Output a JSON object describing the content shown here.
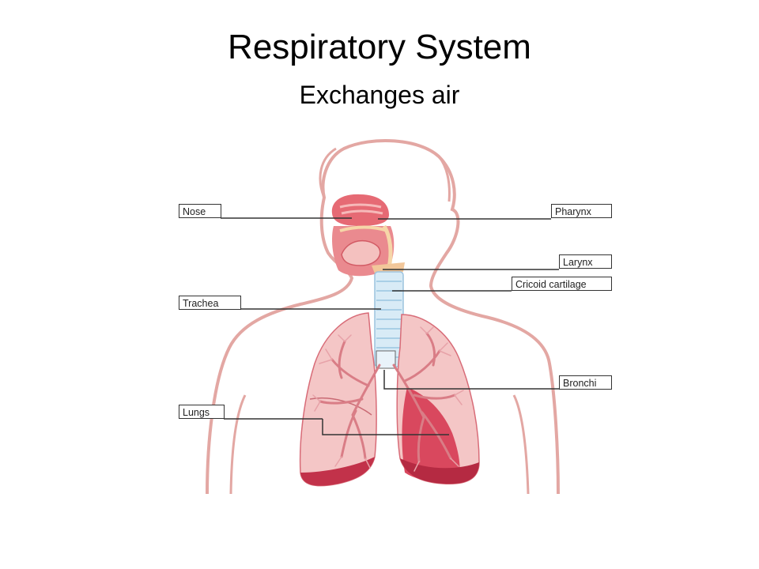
{
  "title": "Respiratory System",
  "subtitle": "Exchanges air",
  "labels": {
    "nose": "Nose",
    "trachea": "Trachea",
    "lungs": "Lungs",
    "pharynx": "Pharynx",
    "larynx": "Larynx",
    "cricoid": "Cricoid cartilage",
    "bronchi": "Bronchi"
  },
  "colors": {
    "body_outline": "#e3a7a3",
    "lung_fill": "#f3c2c2",
    "lung_dark": "#c2324a",
    "airway": "#e8707a",
    "trachea": "#cfe4f2",
    "leader_line": "#333333"
  }
}
